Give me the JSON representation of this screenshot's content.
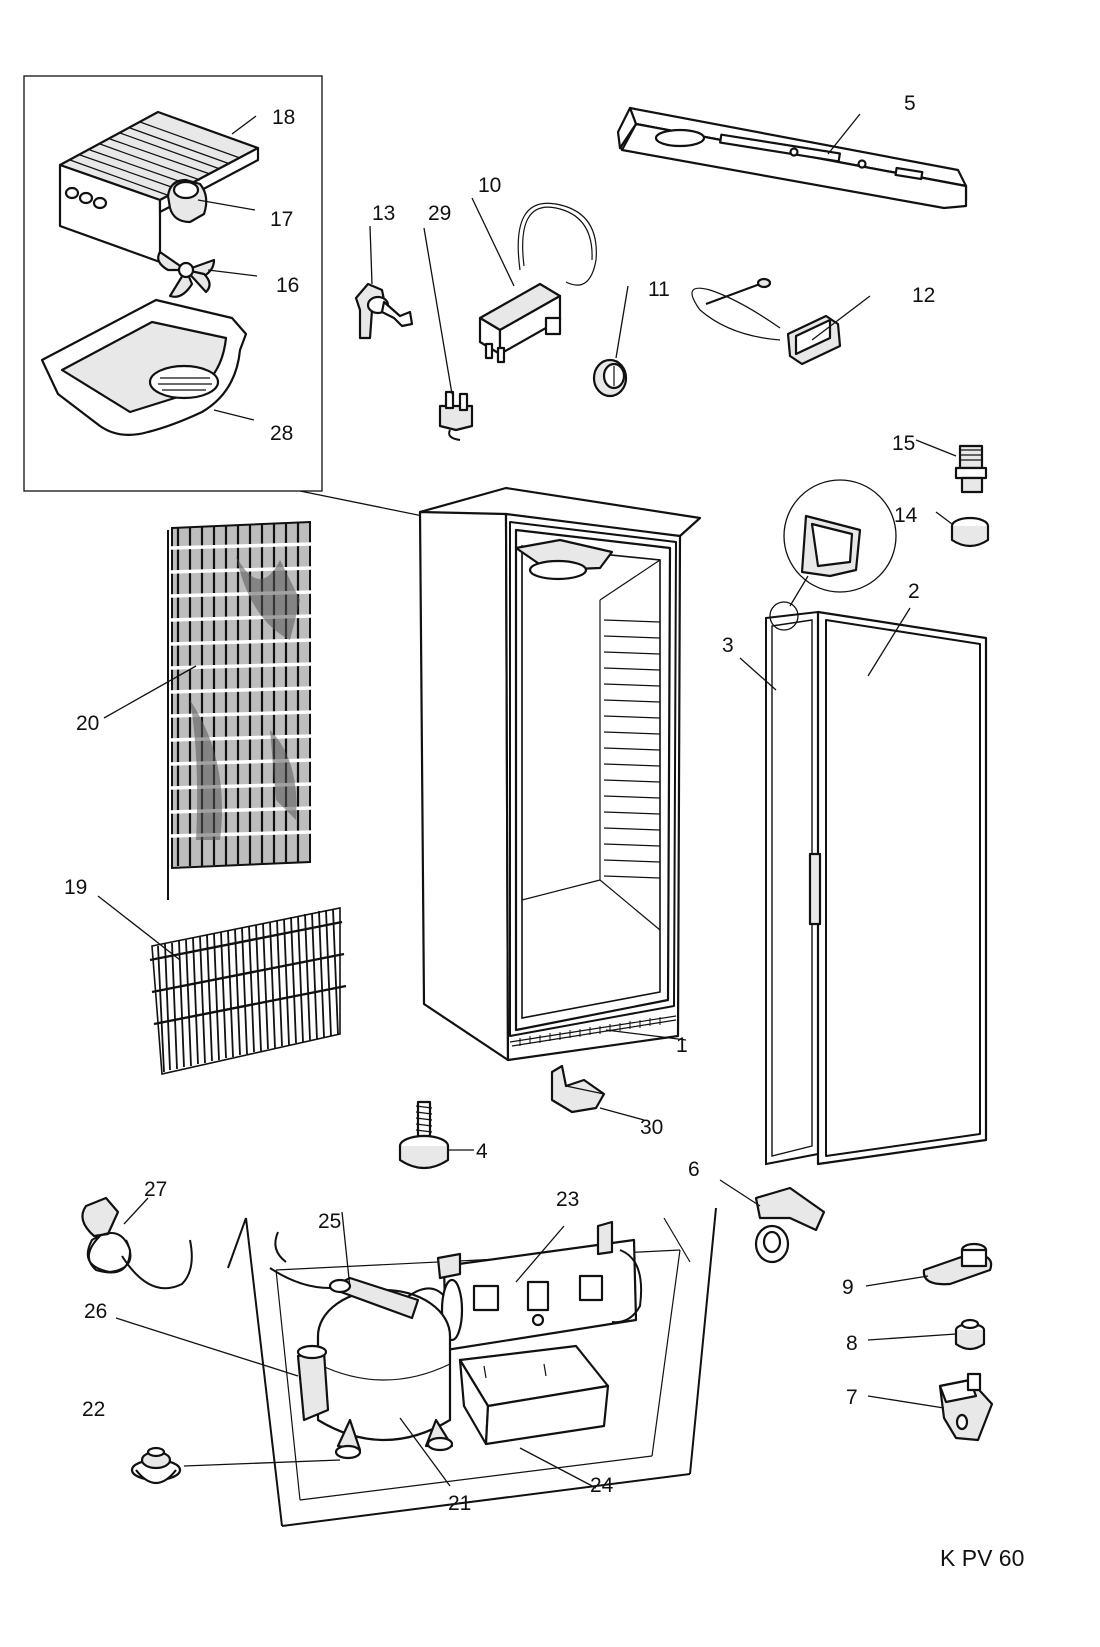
{
  "model_code": "K PV 60",
  "callout_labels": {
    "p1": "1",
    "p2": "2",
    "p3": "3",
    "p4": "4",
    "p5": "5",
    "p6": "6",
    "p7": "7",
    "p8": "8",
    "p9": "9",
    "p10": "10",
    "p11": "11",
    "p12": "12",
    "p13": "13",
    "p14": "14",
    "p15": "15",
    "p16": "16",
    "p17": "17",
    "p18": "18",
    "p19": "19",
    "p20": "20",
    "p21": "21",
    "p22": "22",
    "p23": "23",
    "p24": "24",
    "p25": "25",
    "p26": "26",
    "p27": "27",
    "p28": "28",
    "p29": "29",
    "p30": "30"
  }
}
